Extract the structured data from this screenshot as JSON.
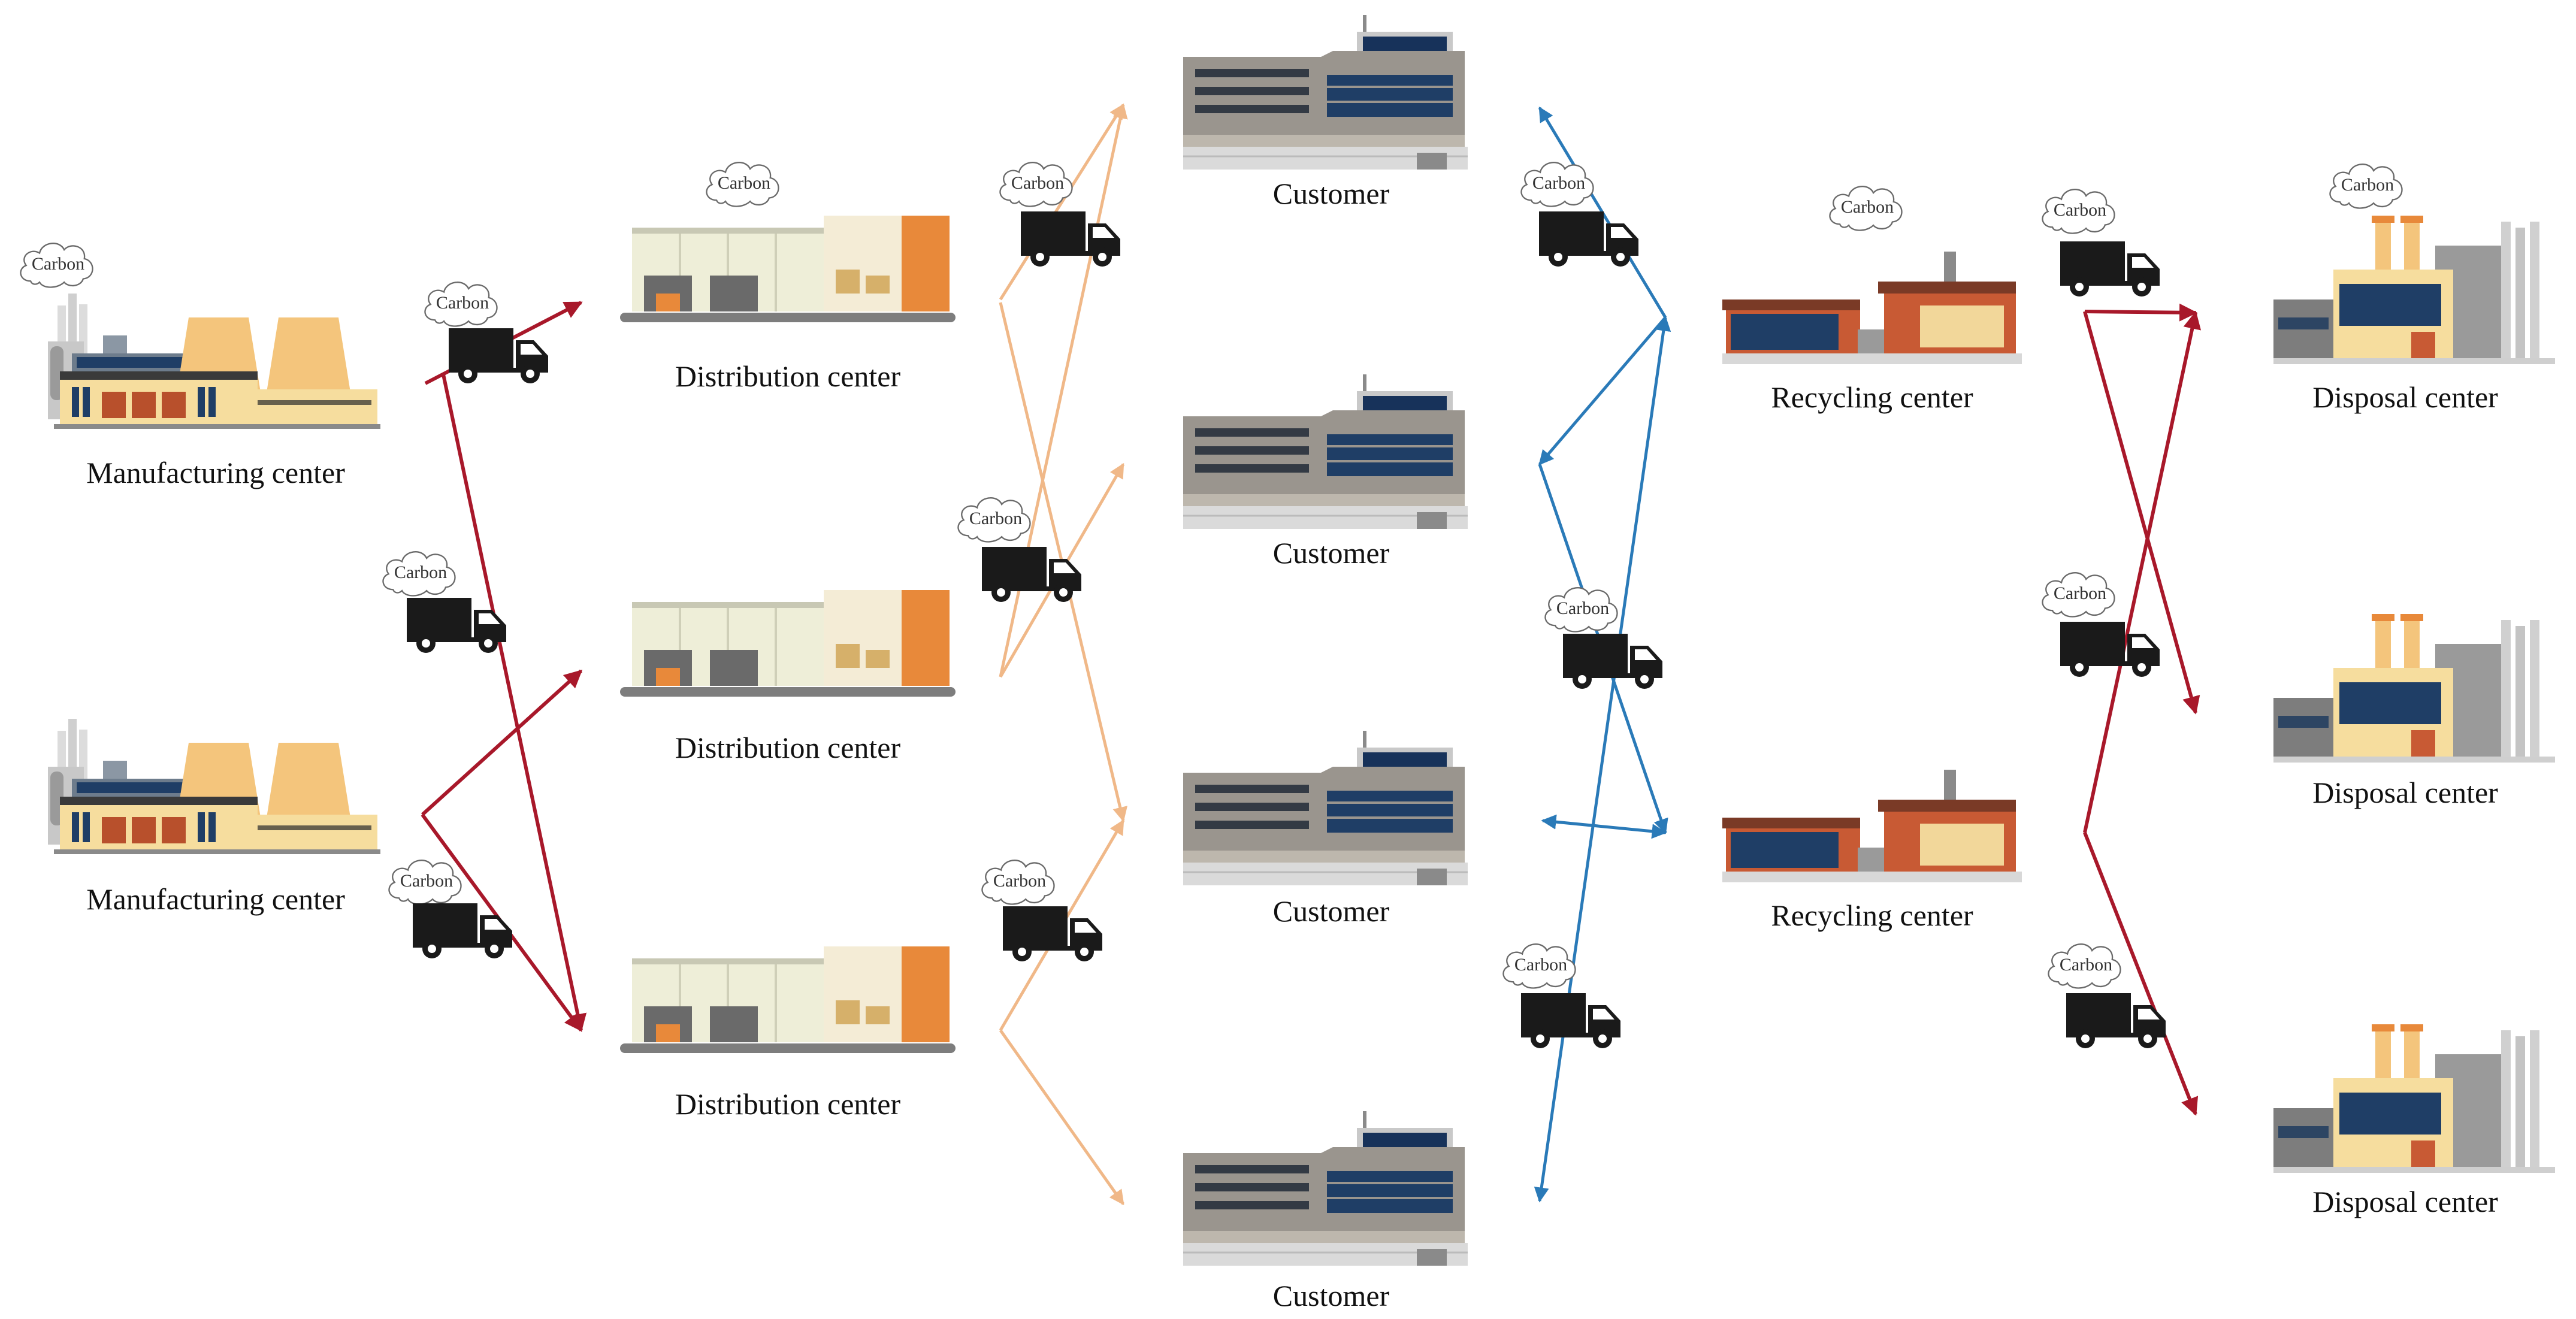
{
  "labels": {
    "manufacturing": "Manufacturing center",
    "distribution": "Distribution center",
    "customer": "Customer",
    "recycling": "Recycling center",
    "disposal": "Disposal center",
    "carbon": "Carbon"
  },
  "colors": {
    "forward_leg_1": "#a8182a",
    "forward_leg_2": "#f0b888",
    "reverse_leg_1": "#2a7ab8",
    "reverse_leg_2": "#a8182a",
    "truck": "#1a1a1a",
    "factory_yellow": "#f4c57c",
    "warehouse_orange": "#e8893a",
    "brick": "#c85a34"
  },
  "icons": {
    "truck": "delivery-truck-icon",
    "cloud": "carbon-cloud-icon",
    "manufacturing": "factory-icon",
    "distribution": "warehouse-icon",
    "customer": "office-building-icon",
    "recycling": "recycling-plant-icon",
    "disposal": "disposal-plant-icon"
  }
}
